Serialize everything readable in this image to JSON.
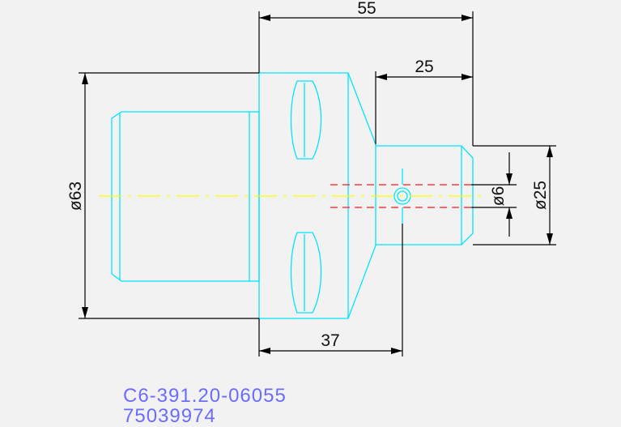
{
  "dimensions": {
    "overall_length": "55",
    "shank_length": "25",
    "gauge_length": "37",
    "flange_diameter": "ø63",
    "bore_diameter": "ø6",
    "shank_diameter": "ø25"
  },
  "part_codes": {
    "designation": "C6-391.20-06055",
    "item_number": "75039974"
  },
  "colors": {
    "background": "#f2f2f2",
    "outline": "#00e5ff",
    "dimension": "#000000",
    "centerline": "#ffff00",
    "hidden_line": "#ff1a1a",
    "code_text": "#6b6bff"
  }
}
